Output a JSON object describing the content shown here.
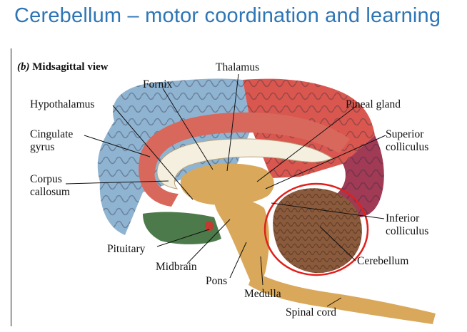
{
  "slide": {
    "title": "Cerebellum – motor coordination and learning"
  },
  "figure": {
    "panel_letter": "(b)",
    "panel_title": "Midsagittal view",
    "labels": {
      "thalamus": "Thalamus",
      "fornix": "Fornix",
      "hypothalamus": "Hypothalamus",
      "pineal_gland": "Pineal gland",
      "cingulate_1": "Cingulate",
      "cingulate_2": "gyrus",
      "superior_1": "Superior",
      "superior_2": "colliculus",
      "corpus_1": "Corpus",
      "corpus_2": "callosum",
      "inferior_1": "Inferior",
      "inferior_2": "colliculus",
      "pituitary": "Pituitary",
      "cerebellum": "Cerebellum",
      "midbrain": "Midbrain",
      "pons": "Pons",
      "medulla": "Medulla",
      "spinal_cord": "Spinal cord"
    }
  },
  "colors": {
    "title": "#2e75b6",
    "frontal_blue": "#8fb4d2",
    "parietal_red": "#d9574f",
    "occipital_purple": "#a03a55",
    "cingulate": "#d9685c",
    "corpus_callosum": "#f5efe0",
    "brainstem": "#d9a85a",
    "cerebellum": "#8a5a3c",
    "temporal_green": "#4d7a4a",
    "highlight_circle": "#e0201c"
  }
}
